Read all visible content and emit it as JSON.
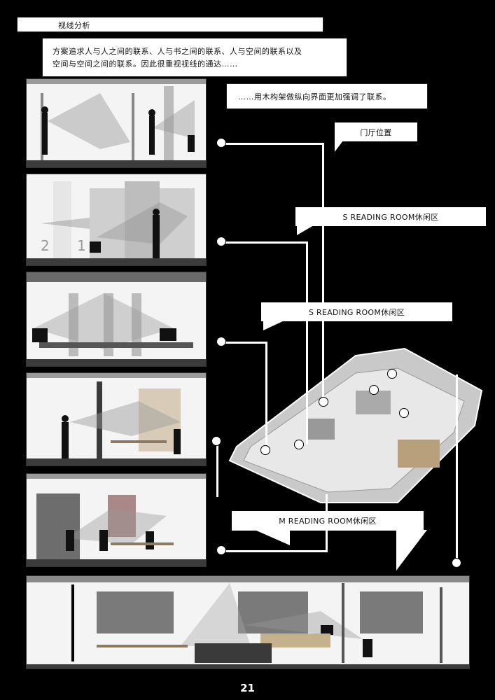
{
  "header": {
    "title": "视线分析"
  },
  "intro": {
    "line1": "方案追求人与人之间的联系、人与书之间的联系、人与空间的联系以及",
    "line2": "空间与空间之间的联系。因此很重视视线的通达……"
  },
  "note": "……用木构架做纵向界面更加强调了联系。",
  "callouts": {
    "lobby": "门厅位置",
    "s_reading_1": "S READING ROOM休闲区",
    "s_reading_2": "S READING ROOM休闲区",
    "m_reading": "M READING ROOM休闲区"
  },
  "section_numbers": [
    "2",
    "1"
  ],
  "page_number": "21"
}
